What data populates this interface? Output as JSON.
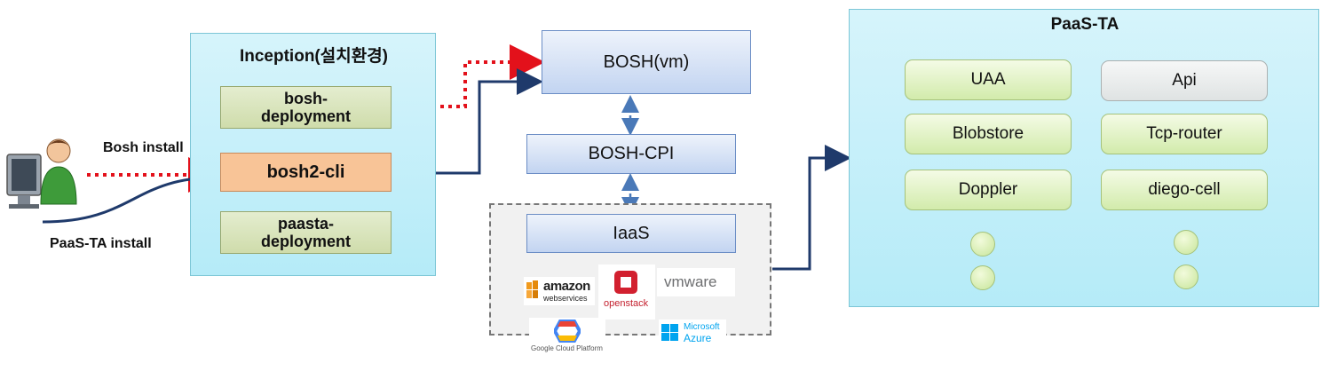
{
  "inception": {
    "title": "Inception(설치환경)",
    "bosh_deployment": [
      "bosh-",
      "deployment"
    ],
    "bosh2_cli": "bosh2-cli",
    "paasta_deployment": [
      "paasta-",
      "deployment"
    ]
  },
  "user": {
    "bosh_install": "Bosh install",
    "paasta_install": "PaaS-TA install"
  },
  "bosh": {
    "vm": "BOSH(vm)",
    "cpi": "BOSH-CPI",
    "iaas": "IaaS"
  },
  "logos": {
    "amazon": [
      "amazon",
      "webservices"
    ],
    "openstack": "openstack",
    "vmware": "vmware",
    "google": "Google Cloud Platform",
    "azure": [
      "Microsoft",
      "Azure"
    ]
  },
  "paasta": {
    "title": "PaaS-TA",
    "left": [
      "UAA",
      "Blobstore",
      "Doppler"
    ],
    "right": [
      "Api",
      "Tcp-router",
      "diego-cell"
    ]
  },
  "colors": {
    "red_dotted": "#e3111b",
    "navy_arrow": "#1f3a6b",
    "dashed_blue": "#4a79b8"
  }
}
